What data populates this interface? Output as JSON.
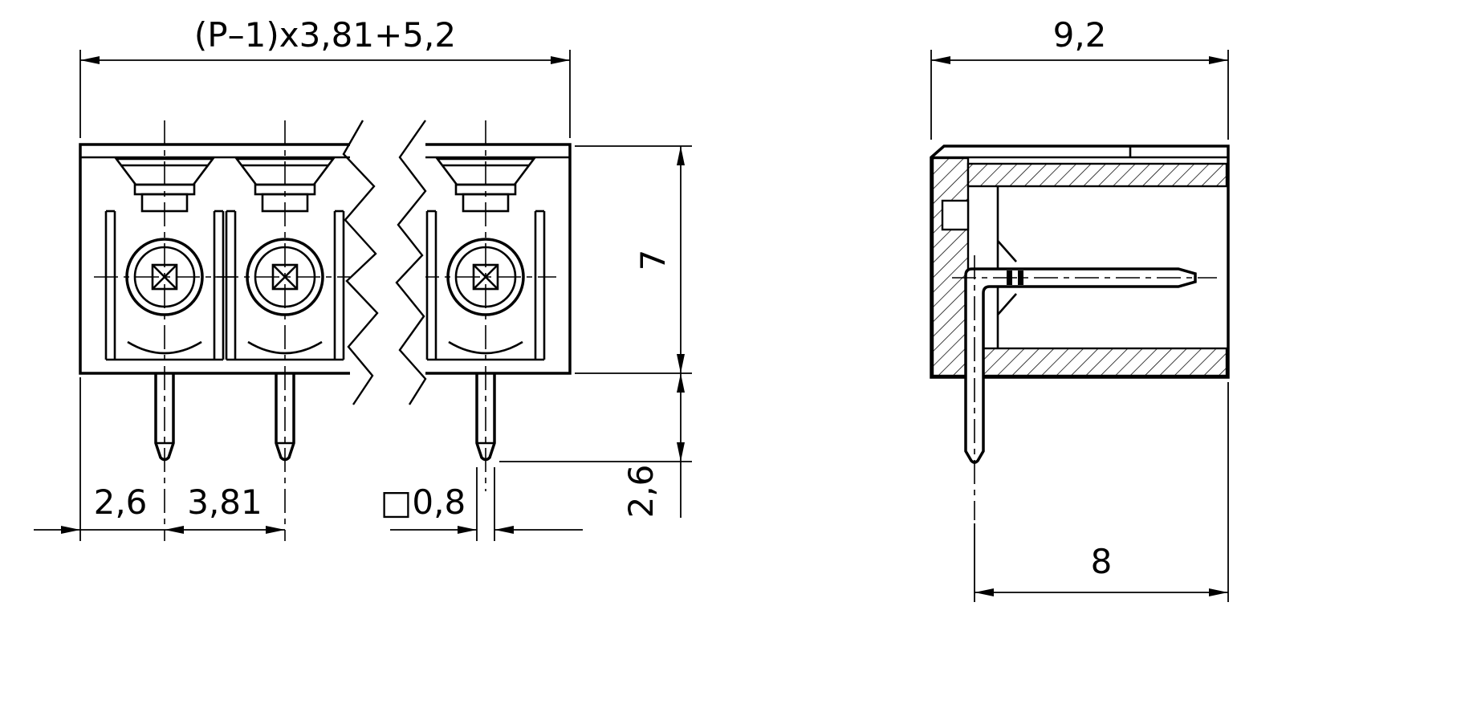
{
  "colors": {
    "ink": "#000000",
    "paper": "#ffffff"
  },
  "front_view": {
    "dim_width_formula": "(P–1)x3,81+5,2",
    "dim_height": "7",
    "dim_left_offset": "2,6",
    "dim_pitch": "3,81",
    "dim_pin_square": "□0,8",
    "dim_pin_protrusion": "2,6"
  },
  "side_view": {
    "dim_depth": "9,2",
    "dim_pin_to_face": "8"
  }
}
